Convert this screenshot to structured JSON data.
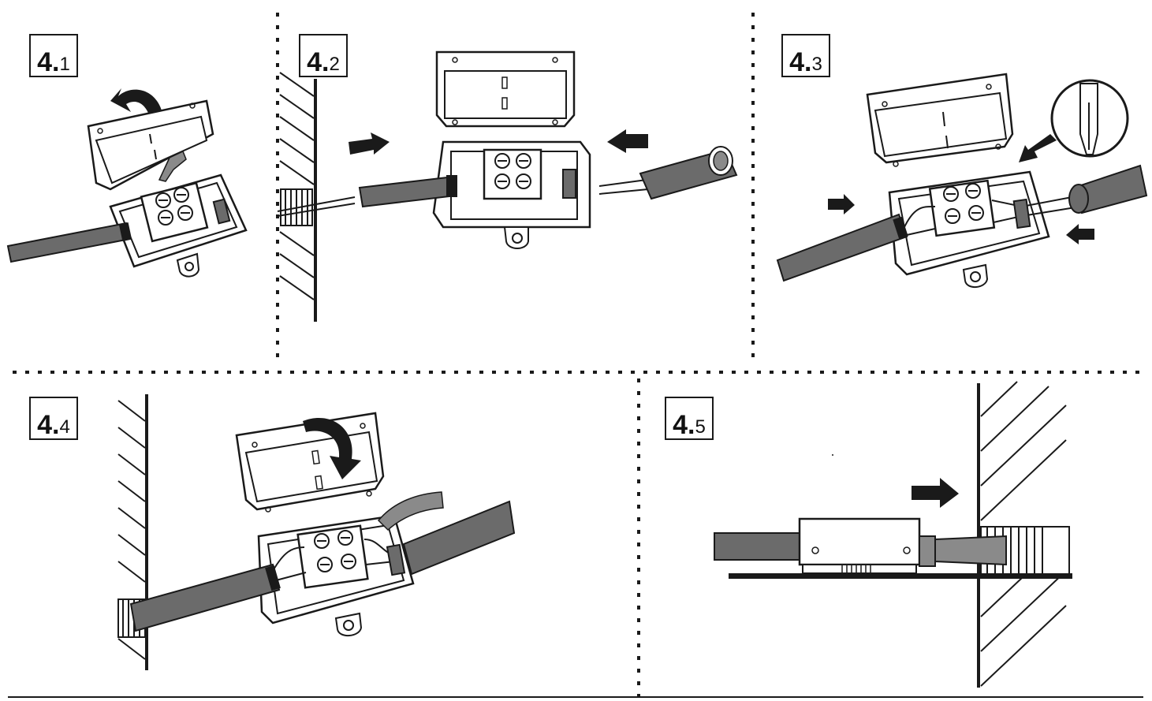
{
  "steps": [
    {
      "id": "4.1",
      "major": "4.",
      "minor": "1"
    },
    {
      "id": "4.2",
      "major": "4.",
      "minor": "2"
    },
    {
      "id": "4.3",
      "major": "4.",
      "minor": "3"
    },
    {
      "id": "4.4",
      "major": "4.",
      "minor": "4"
    },
    {
      "id": "4.5",
      "major": "4.",
      "minor": "5"
    }
  ],
  "colors": {
    "line": "#1a1a1a",
    "cable": "#6b6b6b",
    "cable_light": "#8a8a8a",
    "background": "#ffffff"
  }
}
